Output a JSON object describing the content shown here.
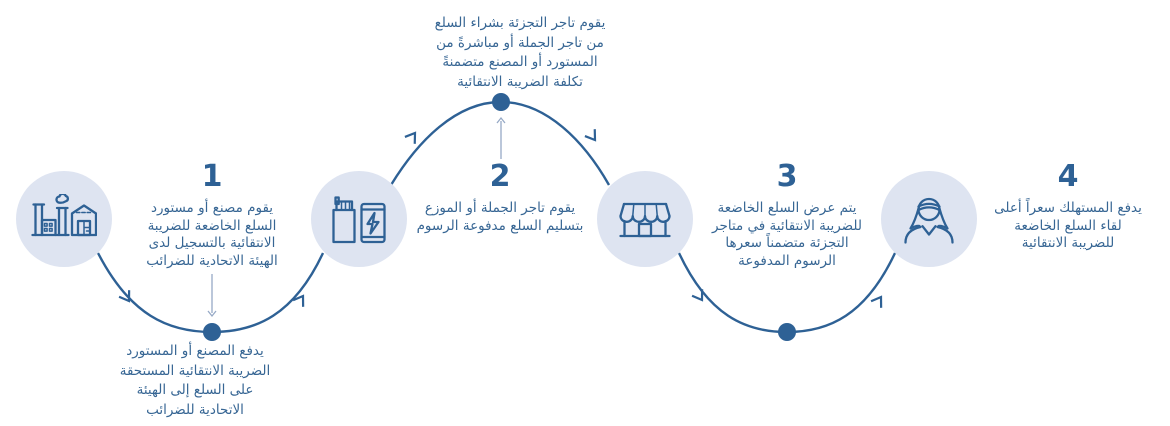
{
  "diagram_title": "excise-tax-supply-chain-flow",
  "colors": {
    "accent": "#2e6195",
    "circle_fill": "#dee4f1",
    "body_text": "#376694",
    "light_arrow": "#96a9c6",
    "background": "#ffffff"
  },
  "steps": [
    {
      "number": "1",
      "icon": "factory-warehouse-icon",
      "text": "يقوم مصنع أو مستورد\nالسلع الخاضعة للضريبة\nالانتقائية بالتسجيل لدى\nالهيئة الاتحادية للضرائب"
    },
    {
      "number": "2",
      "icon": "excise-goods-icon",
      "text": "يقوم تاجر الجملة أو الموزع\nبتسليم السلع مدفوعة الرسوم"
    },
    {
      "number": "3",
      "icon": "retail-store-icon",
      "text": "يتم عرض السلع الخاضعة\nللضريبة الانتقائية في متاجر\nالتجزئة متضمناً سعرها\nالرسوم المدفوعة"
    },
    {
      "number": "4",
      "icon": "consumer-icon",
      "text": "يدفع المستهلك سعراً أعلى\nلقاء السلع الخاضعة\nللضريبة الانتقائية"
    }
  ],
  "notes": [
    {
      "position": "top-center",
      "text": "يقوم تاجر التجزئة بشراء السلع\nمن تاجر الجملة أو مباشرةً من\nالمستورد أو المصنع متضمنةً\nتكلفة الضريبة الانتقائية"
    },
    {
      "position": "bottom-left",
      "text": "يدفع المصنع أو المستورد\nالضريبة الانتقائية المستحقة\nعلى السلع إلى الهيئة\nالاتحادية للضرائب"
    }
  ]
}
